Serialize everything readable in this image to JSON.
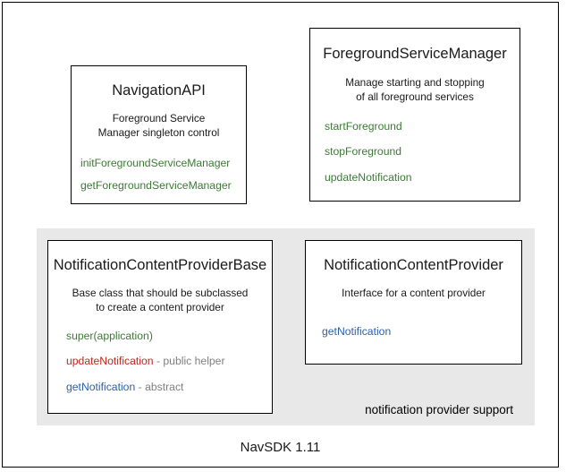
{
  "diagram": {
    "caption": "NavSDK 1.11",
    "group": {
      "label": "notification provider support",
      "background": "#e8e8e8"
    },
    "colors": {
      "method_green": "#3c7a35",
      "method_red": "#c0261c",
      "method_blue": "#2d5fa6",
      "annotation_gray": "#808080",
      "border": "#000000",
      "text": "#1a1a1a"
    },
    "boxes": {
      "navigation_api": {
        "title": "NavigationAPI",
        "description_line1": "Foreground Service",
        "description_line2": "Manager singleton control",
        "members": [
          {
            "name": "initForegroundServiceManager",
            "note": ""
          },
          {
            "name": "getForegroundServiceManager",
            "note": ""
          }
        ]
      },
      "foreground_service_manager": {
        "title": "ForegroundServiceManager",
        "description_line1": "Manage starting and stopping",
        "description_line2": "of all foreground services",
        "members": [
          {
            "name": "startForeground",
            "note": ""
          },
          {
            "name": "stopForeground",
            "note": ""
          },
          {
            "name": "updateNotification",
            "note": ""
          }
        ]
      },
      "notification_content_provider_base": {
        "title": "NotificationContentProviderBase",
        "description_line1": "Base class that should be subclassed",
        "description_line2": "to create a content provider",
        "members": [
          {
            "name": "super(application)",
            "note": ""
          },
          {
            "name": "updateNotification",
            "note": " - public helper"
          },
          {
            "name": "getNotification",
            "note": " - abstract"
          }
        ]
      },
      "notification_content_provider": {
        "title": "NotificationContentProvider",
        "description_line1": "Interface for a content provider",
        "description_line2": "",
        "members": [
          {
            "name": "getNotification",
            "note": ""
          }
        ]
      }
    }
  }
}
